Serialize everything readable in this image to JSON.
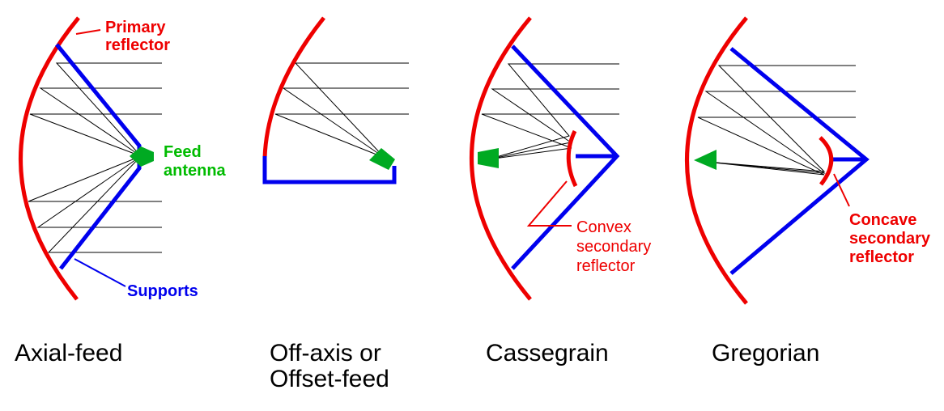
{
  "colors": {
    "reflector": "#ee0000",
    "support": "#0000ee",
    "feed": "#00aa22",
    "ray": "#000000"
  },
  "panels": [
    {
      "caption_lines": [
        "Axial-feed"
      ],
      "labels": {
        "primary": [
          "Primary",
          "reflector"
        ],
        "feed": [
          "Feed",
          "antenna"
        ],
        "supports": "Supports"
      }
    },
    {
      "caption_lines": [
        "Off-axis or",
        "Offset-feed"
      ]
    },
    {
      "caption_lines": [
        "Cassegrain"
      ],
      "labels": {
        "secondary": [
          "Convex",
          "secondary",
          "reflector"
        ]
      }
    },
    {
      "caption_lines": [
        "Gregorian"
      ],
      "labels": {
        "secondary": [
          "Concave",
          "secondary",
          "reflector"
        ]
      }
    }
  ]
}
